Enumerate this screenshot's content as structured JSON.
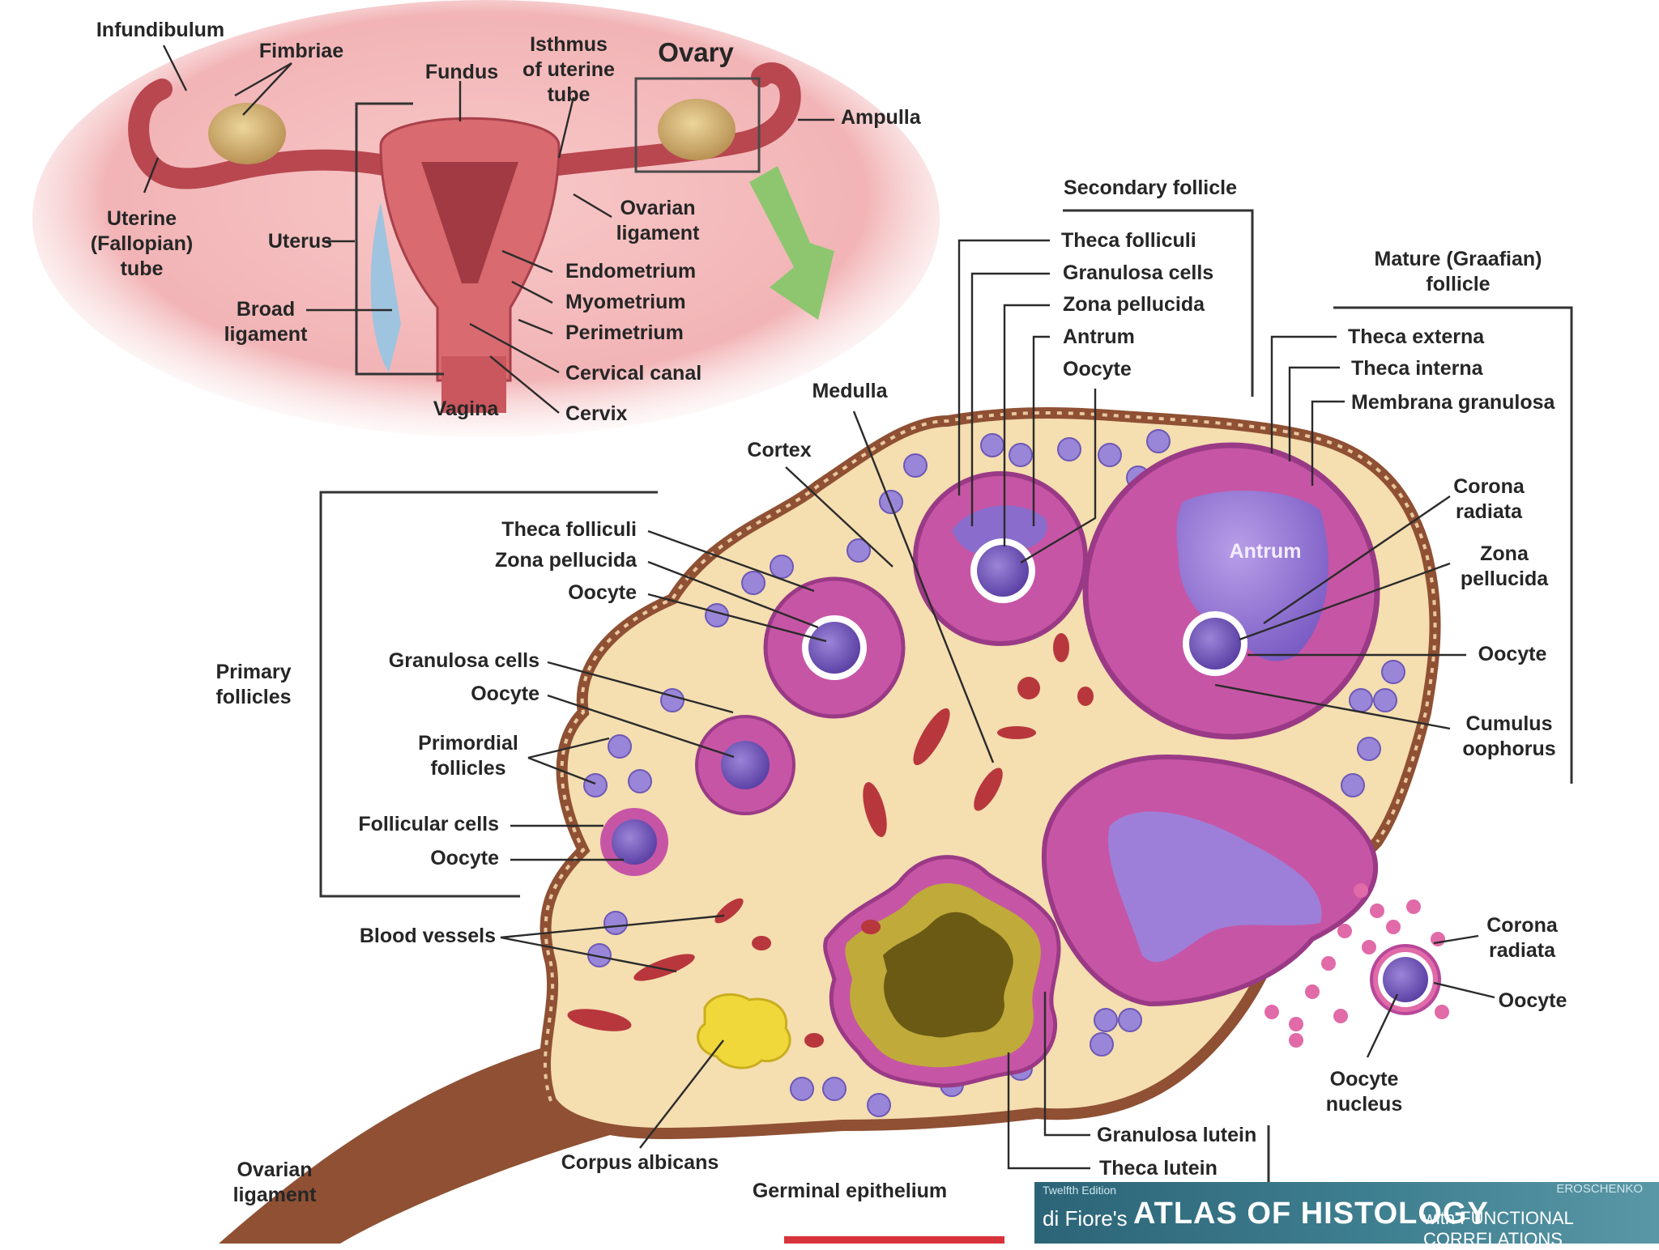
{
  "labels": {
    "infundibulum": "Infundibulum",
    "fimbriae": "Fimbriae",
    "fundus": "Fundus",
    "isthmus": "Isthmus\nof uterine\ntube",
    "ovary": "Ovary",
    "ampulla": "Ampulla",
    "uterine_tube": "Uterine\n(Fallopian)\ntube",
    "uterus": "Uterus",
    "ovarian_ligament_top": "Ovarian\nligament",
    "broad_ligament": "Broad\nligament",
    "endometrium": "Endometrium",
    "myometrium": "Myometrium",
    "perimetrium": "Perimetrium",
    "cervical_canal": "Cervical canal",
    "vagina": "Vagina",
    "cervix": "Cervix",
    "secondary_follicle": "Secondary follicle",
    "sf_theca_folliculi": "Theca folliculi",
    "sf_granulosa_cells": "Granulosa cells",
    "sf_zona_pellucida": "Zona pellucida",
    "sf_antrum": "Antrum",
    "sf_oocyte": "Oocyte",
    "mature_follicle": "Mature (Graafian)\nfollicle",
    "theca_externa": "Theca externa",
    "theca_interna": "Theca interna",
    "membrana_granulosa": "Membrana granulosa",
    "medulla": "Medulla",
    "cortex": "Cortex",
    "pf_theca_folliculi": "Theca folliculi",
    "pf_zona_pellucida": "Zona pellucida",
    "pf_oocyte": "Oocyte",
    "corona_radiata_1": "Corona\nradiata",
    "antrum_mature": "Antrum",
    "zona_pellucida_mature": "Zona\npellucida",
    "oocyte_mature": "Oocyte",
    "primary_follicles": "Primary\nfollicles",
    "pf_granulosa_cells": "Granulosa cells",
    "pf_oocyte_2": "Oocyte",
    "primordial_follicles": "Primordial\nfollicles",
    "follicular_cells": "Follicular cells",
    "primordial_oocyte": "Oocyte",
    "cumulus_oophorus": "Cumulus\noophorus",
    "blood_vessels": "Blood vessels",
    "corona_radiata_2": "Corona\nradiata",
    "oocyte_ovulated": "Oocyte",
    "oocyte_nucleus": "Oocyte\nnucleus",
    "granulosa_lutein": "Granulosa lutein",
    "theca_lutein": "Theca lutein",
    "corpus_albicans": "Corpus albicans",
    "germinal_epithelium": "Germinal epithelium",
    "ovarian_ligament_bottom": "Ovarian\nligament"
  },
  "banner": {
    "edition": "Twelfth Edition",
    "author": "di Fiore's",
    "title": "ATLAS OF HISTOLOGY",
    "subtitle": "with FUNCTIONAL CORRELATIONS",
    "credit": "EROSCHENKO"
  },
  "colors": {
    "follicle_pink": "#b8479a",
    "oocyte_purple": "#6d4fb4",
    "stroma": "#f5deb0",
    "uterus_red": "#c9575d",
    "label_text": "#262626"
  }
}
